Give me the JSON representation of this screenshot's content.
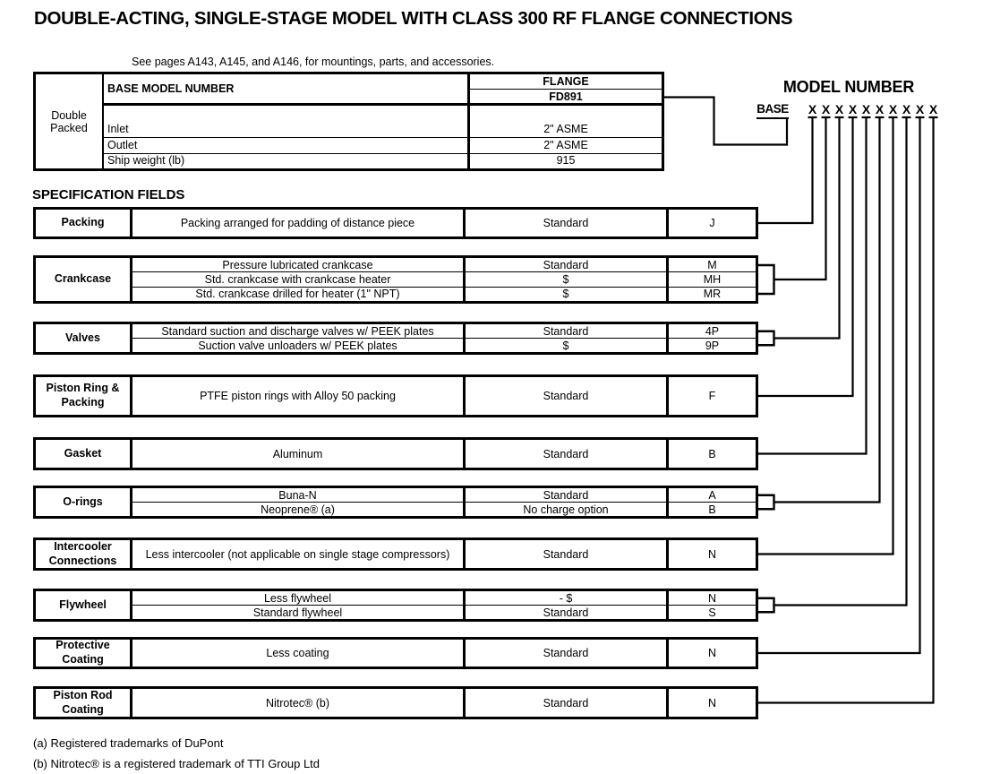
{
  "title": "DOUBLE-ACTING, SINGLE-STAGE MODEL WITH CLASS 300 RF FLANGE CONNECTIONS",
  "note": "See pages A143, A145, and A146, for mountings, parts, and accessories.",
  "base_table": {
    "row_label": "Double Packed",
    "header": "BASE MODEL NUMBER",
    "flange_header": "FLANGE",
    "flange_model": "FD891",
    "rows": [
      {
        "label": "Inlet",
        "value": "2\" ASME"
      },
      {
        "label": "Outlet",
        "value": "2\" ASME"
      },
      {
        "label": "Ship weight (lb)",
        "value": "915"
      }
    ]
  },
  "model_number": {
    "title": "MODEL NUMBER",
    "base_label": "BASE",
    "placeholder": "X",
    "count": 10
  },
  "spec_section": {
    "heading": "SPECIFICATION FIELDS",
    "fields": [
      {
        "label": "Packing",
        "rows": [
          {
            "description": "Packing arranged for padding of distance piece",
            "status": "Standard",
            "code": "J"
          }
        ]
      },
      {
        "label": "Crankcase",
        "rows": [
          {
            "description": "Pressure lubricated crankcase",
            "status": "Standard",
            "code": "M"
          },
          {
            "description": "Std. crankcase with crankcase heater",
            "status": "$",
            "code": "MH"
          },
          {
            "description": "Std. crankcase drilled for heater (1\" NPT)",
            "status": "$",
            "code": "MR"
          }
        ]
      },
      {
        "label": "Valves",
        "rows": [
          {
            "description": "Standard suction and discharge valves w/ PEEK plates",
            "status": "Standard",
            "code": "4P"
          },
          {
            "description": "Suction valve unloaders w/ PEEK plates",
            "status": "$",
            "code": "9P"
          }
        ]
      },
      {
        "label": "Piston Ring & Packing",
        "rows": [
          {
            "description": "PTFE piston rings with Alloy 50 packing",
            "status": "Standard",
            "code": "F"
          }
        ]
      },
      {
        "label": "Gasket",
        "rows": [
          {
            "description": "Aluminum",
            "status": "Standard",
            "code": "B"
          }
        ]
      },
      {
        "label": "O-rings",
        "rows": [
          {
            "description": "Buna-N",
            "status": "Standard",
            "code": "A"
          },
          {
            "description": "Neoprene® (a)",
            "status": "No charge option",
            "code": "B"
          }
        ]
      },
      {
        "label": "Intercooler Connections",
        "rows": [
          {
            "description": "Less intercooler (not applicable on single stage compressors)",
            "status": "Standard",
            "code": "N"
          }
        ]
      },
      {
        "label": "Flywheel",
        "rows": [
          {
            "description": "Less flywheel",
            "status": "- $",
            "code": "N"
          },
          {
            "description": "Standard flywheel",
            "status": "Standard",
            "code": "S"
          }
        ]
      },
      {
        "label": "Protective Coating",
        "rows": [
          {
            "description": "Less coating",
            "status": "Standard",
            "code": "N"
          }
        ]
      },
      {
        "label": "Piston Rod Coating",
        "rows": [
          {
            "description": "Nitrotec® (b)",
            "status": "Standard",
            "code": "N"
          }
        ]
      }
    ]
  },
  "footnotes": [
    "(a) Registered trademarks of DuPont",
    "(b) Nitrotec® is a registered trademark of TTI Group Ltd"
  ]
}
